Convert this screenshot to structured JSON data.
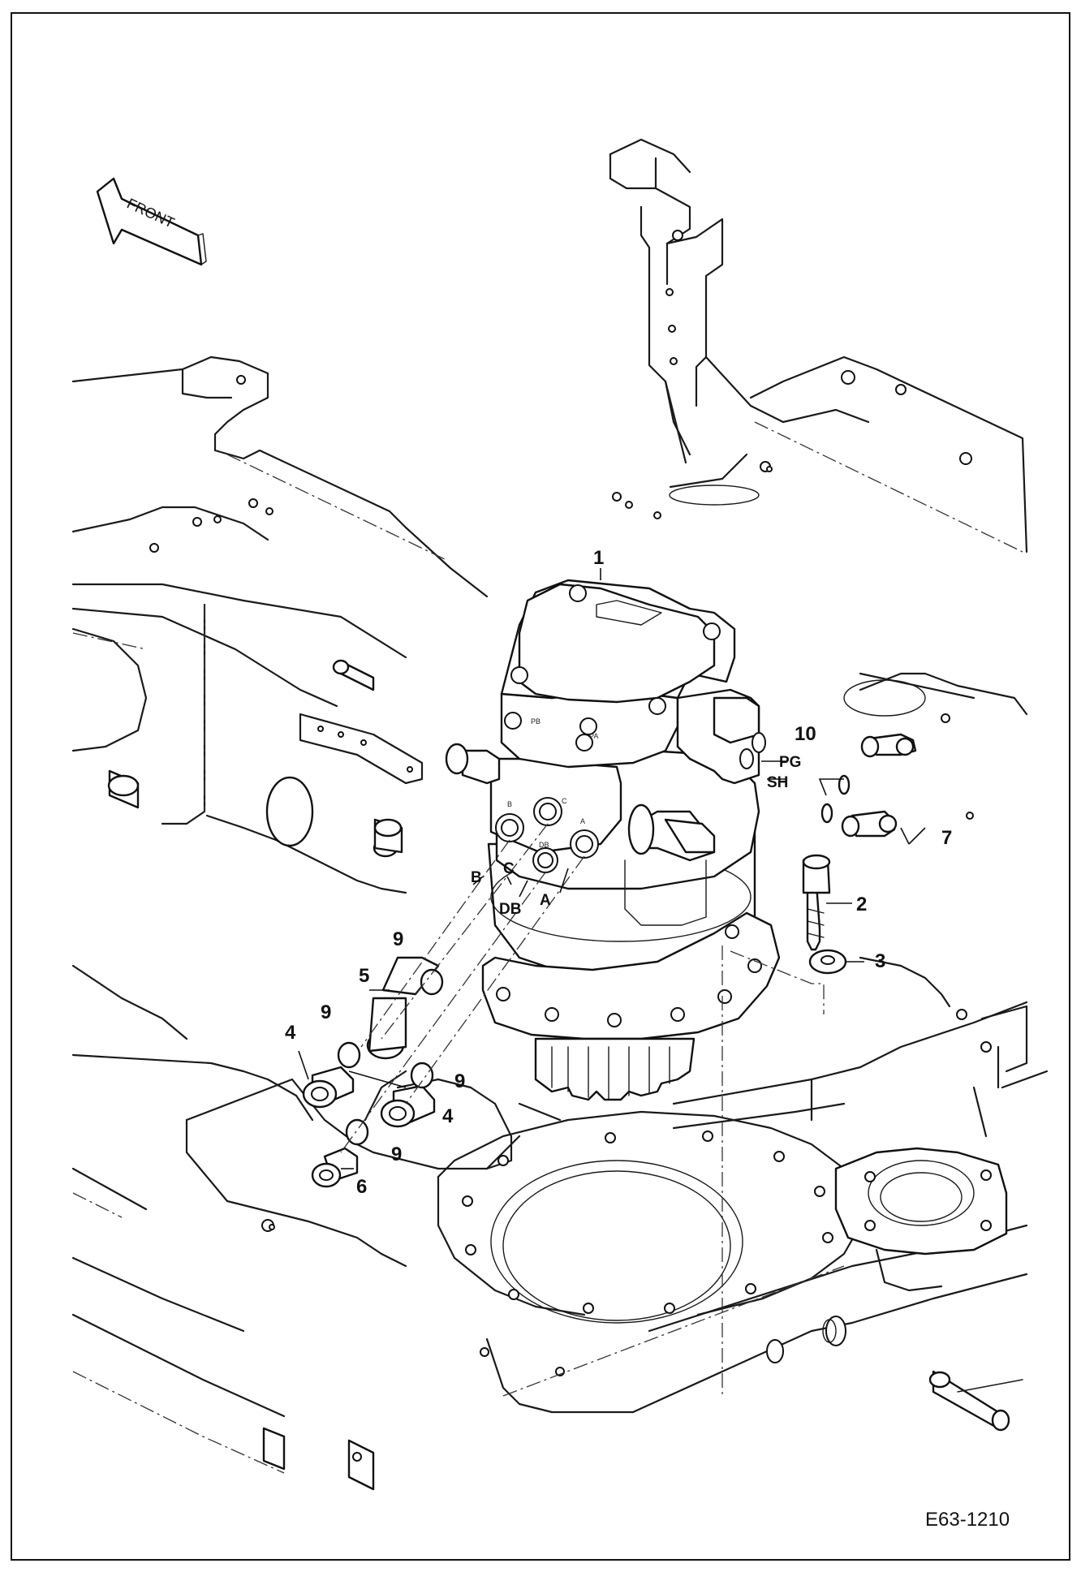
{
  "figure_number": "E63-1210",
  "direction_arrow": {
    "label": "FRONT"
  },
  "callouts": [
    "1",
    "2",
    "3",
    "4",
    "4",
    "5",
    "6",
    "7",
    "9",
    "9",
    "9",
    "9",
    "10"
  ],
  "port_labels": [
    "B",
    "C",
    "DB",
    "A",
    "PG",
    "SH"
  ],
  "motor_port_marks": [
    "B",
    "C",
    "DB",
    "A"
  ],
  "motor_top_marks": [
    "PB",
    "PA"
  ]
}
